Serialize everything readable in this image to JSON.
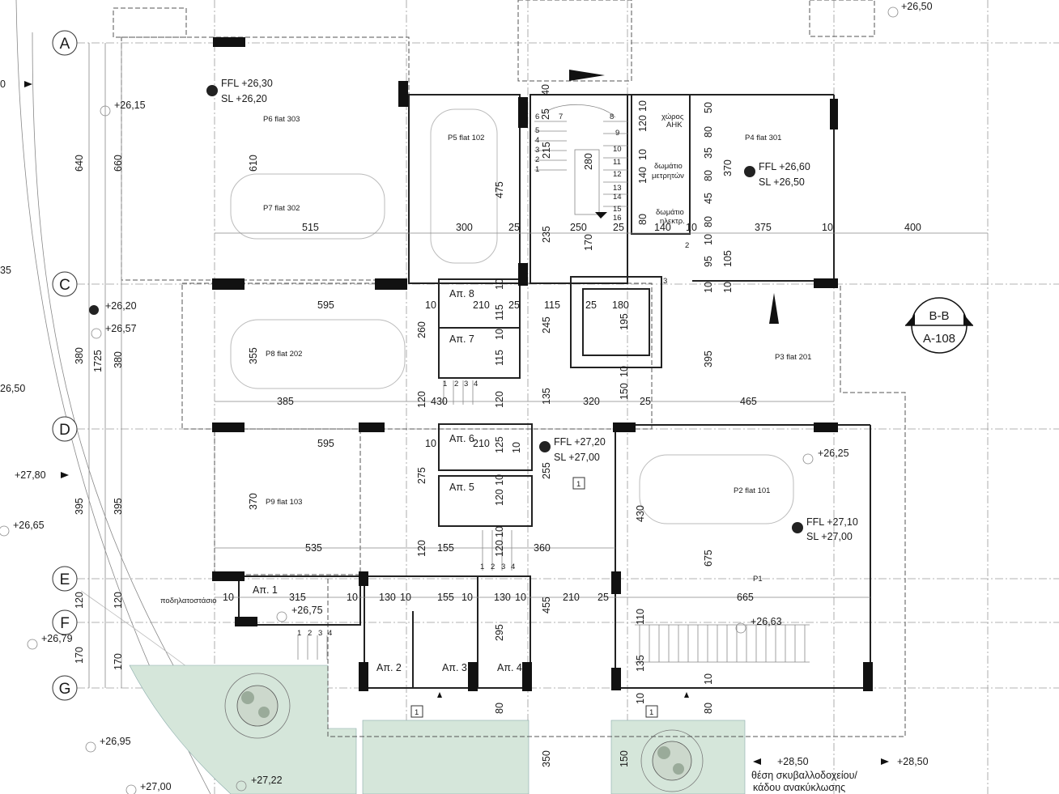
{
  "grid_axes": [
    "A",
    "C",
    "D",
    "E",
    "F",
    "G"
  ],
  "section_marker": {
    "label": "B-B",
    "sheet": "A-108"
  },
  "levels": {
    "top_right": "+26,50",
    "l1": "+26,15",
    "c_left": "+26,20",
    "c_left2": "+26,57",
    "left_1": "26,50",
    "left_2": "+27,80",
    "left_3": "+26,65",
    "left_4": "+26,79",
    "left_5": "+26,95",
    "left_6": "+27,00",
    "bottom_1": "+27,22",
    "bottom_2": "+28,50",
    "bottom_3": "+28,50",
    "bike": "+26,75",
    "p1": "+26,63",
    "p2": "+26,25"
  },
  "ffl_blocks": {
    "a": {
      "ffl": "FFL +26,30",
      "sl": "SL  +26,20"
    },
    "b": {
      "ffl": "FFL +26,60",
      "sl": "SL  +26,50"
    },
    "c": {
      "ffl": "FFL +27,20",
      "sl": "SL  +27,00"
    },
    "d": {
      "ffl": "FFL +27,10",
      "sl": "SL  +27,00"
    }
  },
  "parking": {
    "p6": "P6 flat 303",
    "p7": "P7 flat 302",
    "p5": "P5 flat 102",
    "p4": "P4 flat 301",
    "p8": "P8 flat 202",
    "p3": "P3 flat 201",
    "p9": "P9 flat 103",
    "p2": "P2 flat 101",
    "p1": "P1"
  },
  "storage": {
    "s8": "Απ. 8",
    "s7": "Απ. 7",
    "s6": "Απ. 6",
    "s5": "Απ. 5",
    "s1": "Απ. 1",
    "s2": "Απ. 2",
    "s3": "Απ. 3",
    "s4": "Απ. 4"
  },
  "rooms": {
    "ahk_1": "χώρος",
    "ahk_2": "ΑΗΚ",
    "meters_1": "δωμάτιο",
    "meters_2": "μετρητών",
    "elec_1": "δωμάτιο",
    "elec_2": "ηλεκτρ.",
    "bike": "ποδηλατοστάσιο",
    "bins_1": "θέση σκυβαλλοδοχείου/",
    "bins_2": "κάδου ανακύκλωσης"
  },
  "dims": {
    "top1": "515",
    "top2": "300",
    "top3": "25",
    "top4": "250",
    "top5": "25",
    "top6": "140",
    "top7": "10",
    "top8": "375",
    "top9": "10",
    "top10": "400",
    "v640": "640",
    "v660": "660",
    "v610": "610",
    "v475": "475",
    "v235": "235",
    "v215": "215",
    "v280": "280",
    "v170": "170",
    "v40": "40",
    "v25a": "25",
    "v120a": "120",
    "v10a": "10",
    "v140": "140",
    "v10b": "10",
    "v80a": "80",
    "v50": "50",
    "v80b": "80",
    "v35": "35",
    "v80c": "80",
    "v45": "45",
    "v80d": "80",
    "v370": "370",
    "v10c": "10",
    "v95": "95",
    "v105": "105",
    "v10d": "10",
    "v10e": "10",
    "c595": "595",
    "c10": "10",
    "c210": "210",
    "c25": "25",
    "c115": "115",
    "c25b": "25",
    "c180": "180",
    "v380a": "380",
    "v1725": "1725",
    "v380b": "380",
    "v355": "355",
    "v260": "260",
    "v115a": "115",
    "v115b": "115",
    "v245": "245",
    "v195": "195",
    "v395": "395",
    "v10f": "10",
    "v10g": "10",
    "v10h": "10",
    "r385": "385",
    "r120": "120",
    "r430": "430",
    "r120b": "120",
    "r135": "135",
    "r320": "320",
    "r150": "150",
    "r25": "25",
    "r465": "465",
    "d595": "595",
    "d10": "10",
    "d210": "210",
    "d125": "125",
    "d10b": "10",
    "d275": "275",
    "d255": "255",
    "d120": "120",
    "d10c": "10",
    "v395a": "395",
    "v395b": "395",
    "v370b": "370",
    "v430": "430",
    "v675": "675",
    "e535": "535",
    "e120": "120",
    "e155": "155",
    "e120b": "120",
    "e10": "10",
    "e360": "360",
    "f10": "10",
    "f315": "315",
    "f10b": "10",
    "f130": "130",
    "f10c": "10",
    "f155": "155",
    "f10d": "10",
    "f130b": "130",
    "f10e": "10",
    "f455": "455",
    "f210": "210",
    "f25": "25",
    "f665": "665",
    "v120c": "120",
    "v120d": "120",
    "v170b": "170",
    "v170c": "170",
    "v295": "295",
    "v110": "110",
    "v135": "135",
    "g80": "80",
    "g80b": "80",
    "g10": "10",
    "g10b": "10",
    "g350": "350",
    "g150": "150",
    "left0": "0",
    "left35": "35"
  },
  "stair_numbers": [
    "1",
    "2",
    "3",
    "4",
    "5",
    "6",
    "7",
    "8",
    "9",
    "10",
    "11",
    "12",
    "13",
    "14",
    "15",
    "16"
  ],
  "small_steps": [
    "1",
    "2",
    "3",
    "4"
  ],
  "door_tags": [
    "1",
    "1",
    "1",
    "2",
    "3"
  ]
}
